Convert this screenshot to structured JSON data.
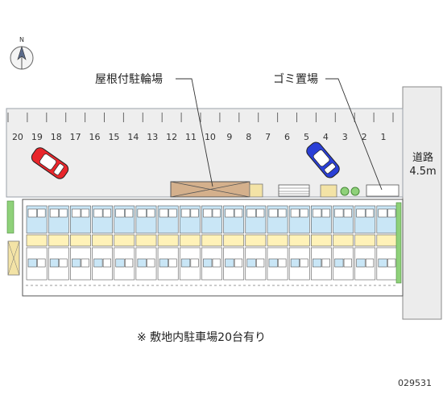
{
  "labels": {
    "roofed_bicycle_parking": "屋根付駐輪場",
    "trash_area": "ゴミ置場",
    "road_name": "道路",
    "road_width": "4.5m",
    "note": "※ 敷地内駐車場20台有り",
    "map_code": "029531"
  },
  "compass": {
    "north_label": "N"
  },
  "parking_spaces": [
    "20",
    "19",
    "18",
    "17",
    "16",
    "15",
    "14",
    "13",
    "12",
    "11",
    "10",
    "9",
    "8",
    "7",
    "6",
    "5",
    "4",
    "3",
    "2",
    "1"
  ],
  "cars": [
    {
      "name": "red-car",
      "color": "#e8262b"
    },
    {
      "name": "blue-car",
      "color": "#2a3fd6"
    }
  ],
  "building": {
    "unit_count": 17
  },
  "colors": {
    "lot": "#eeeeee",
    "lot_border": "#9aa0a8",
    "bike_roof": "#d4b08c",
    "road": "#ececec",
    "greenery": "#8fd17a",
    "unit_blue": "#c9e6f6",
    "unit_yellow": "#fff2b8"
  }
}
